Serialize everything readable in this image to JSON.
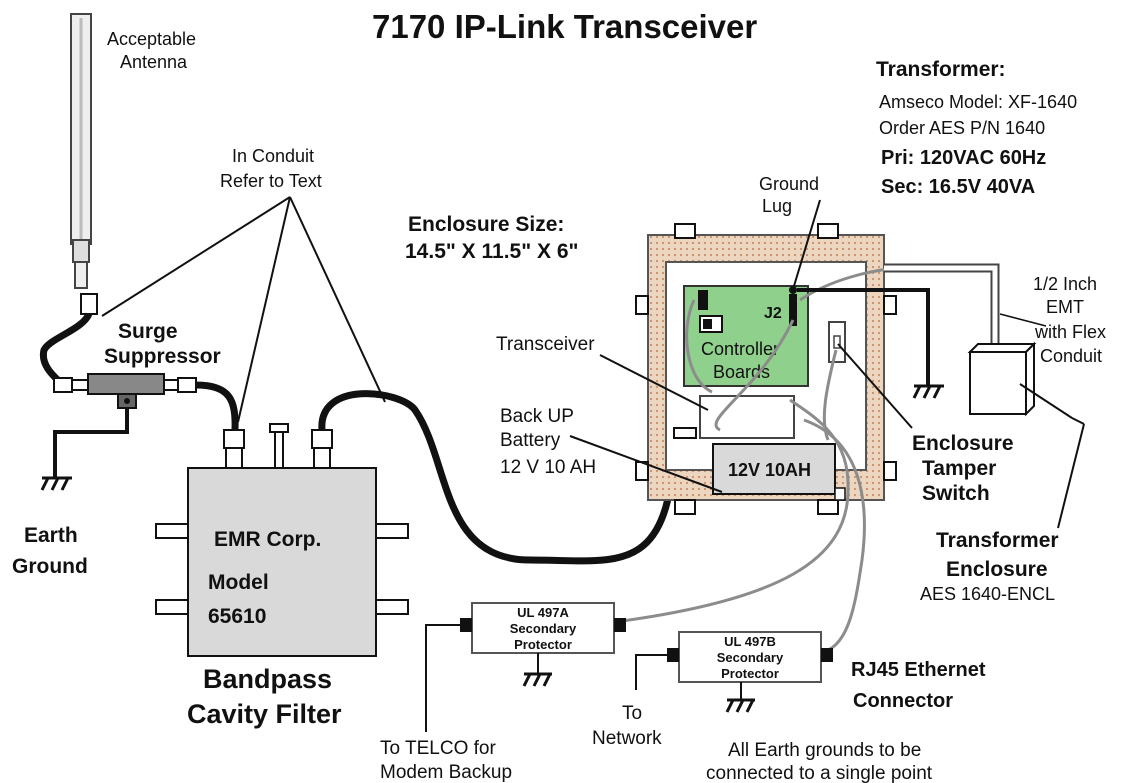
{
  "title": "7170 IP-Link Transceiver",
  "antenna": {
    "label_1": "Acceptable",
    "label_2": "Antenna"
  },
  "conduit_note": {
    "line_1": "In Conduit",
    "line_2": "Refer to Text"
  },
  "surge": {
    "line_1": "Surge",
    "line_2": "Suppressor"
  },
  "earth_ground": {
    "line_1": "Earth",
    "line_2": "Ground"
  },
  "filter": {
    "brand": "EMR Corp.",
    "model_1": "Model",
    "model_2": "65610",
    "caption_1": "Bandpass",
    "caption_2": "Cavity Filter"
  },
  "enclosure": {
    "size_label": "Enclosure Size:",
    "size_value": "14.5\" X 11.5\" X 6\""
  },
  "ground_lug": {
    "line_1": "Ground",
    "line_2": "Lug"
  },
  "transceiver_label": "Transceiver",
  "controller": {
    "j2": "J2",
    "line_1": "Controller",
    "line_2": "Boards"
  },
  "battery": {
    "line_1": "Back UP",
    "line_2": "Battery",
    "line_3": "12 V 10 AH",
    "box_label": "12V 10AH"
  },
  "transformer": {
    "heading": "Transformer:",
    "model": "Amseco Model: XF-1640",
    "order": "Order AES P/N 1640",
    "pri": "Pri: 120VAC 60Hz",
    "sec": "Sec:  16.5V 40VA",
    "encl_1": "Transformer",
    "encl_2": "Enclosure",
    "encl_3": "AES  1640-ENCL"
  },
  "emt": {
    "line_1": "1/2 Inch",
    "line_2": "EMT",
    "line_3": "with Flex",
    "line_4": "Conduit"
  },
  "tamper": {
    "line_1": "Enclosure",
    "line_2": "Tamper",
    "line_3": "Switch"
  },
  "protector_a": {
    "line_1": "UL 497A",
    "line_2": "Secondary",
    "line_3": "Protector"
  },
  "protector_b": {
    "line_1": "UL 497B",
    "line_2": "Secondary",
    "line_3": "Protector"
  },
  "telco": {
    "line_1": "To TELCO for",
    "line_2": "Modem Backup"
  },
  "network": {
    "line_1": "To",
    "line_2": "Network"
  },
  "rj45": {
    "line_1": "RJ45 Ethernet",
    "line_2": "Connector"
  },
  "grounds_note": {
    "line_1": "All Earth grounds to be",
    "line_2": "connected to a single point"
  },
  "colors": {
    "enclosure_fill": "#e9cfb5",
    "controller_board": "#8fd18c",
    "box_gray": "#d9d9d9",
    "cable": "#111111",
    "wire_gray": "#8c8c8c"
  }
}
